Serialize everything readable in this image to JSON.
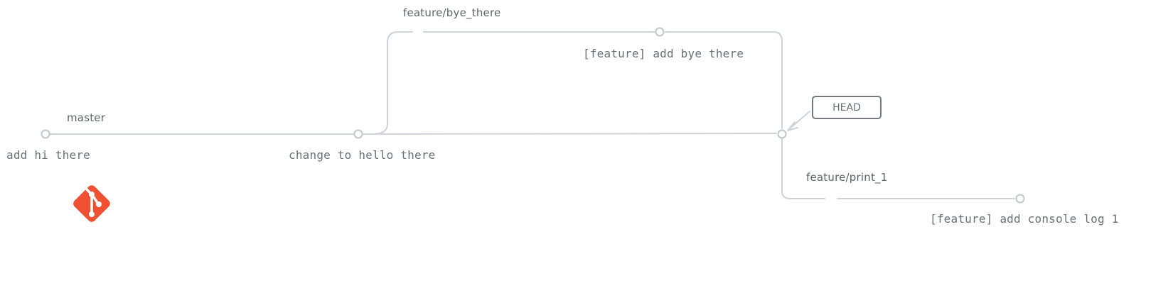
{
  "branches": {
    "master": "master",
    "bye": "feature/bye_there",
    "print": "feature/print_1"
  },
  "commits": {
    "c1": "add hi there",
    "c2": "change to hello there",
    "c3": "[feature] add bye there",
    "c4": "[feature] add console log 1"
  },
  "head": {
    "label": "HEAD"
  },
  "icons": {
    "logo": "git-logo-icon"
  },
  "colors": {
    "line": "#cfd3d8",
    "node": "#c3c7cc",
    "text": "#6b6f76",
    "head_border": "#74787f",
    "git_orange": "#f05133"
  }
}
